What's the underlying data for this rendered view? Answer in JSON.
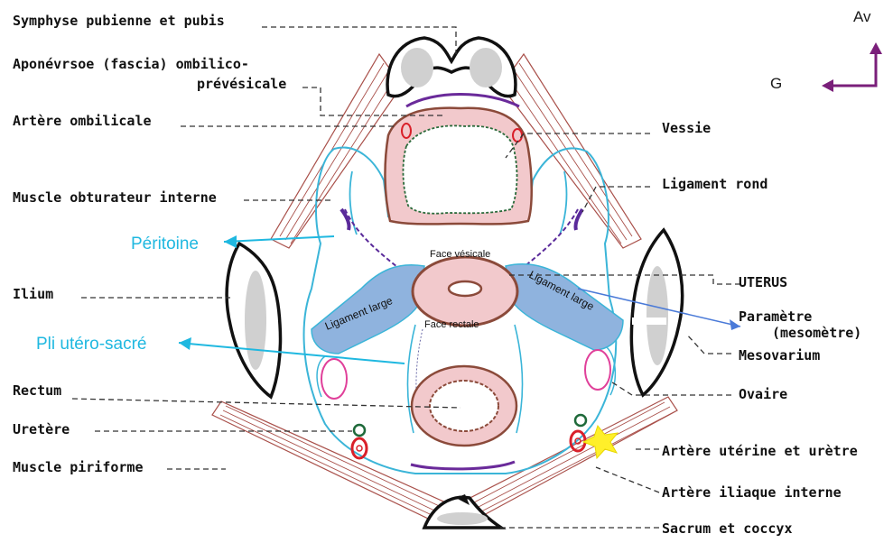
{
  "orientation": {
    "anterior": "Av",
    "left": "G",
    "arrow_color": "#7a1f7a"
  },
  "labels_left": [
    "Symphyse pubienne et pubis",
    "Aponévrsoe (fascia) ombilico-",
    "prévésicale",
    "Artère ombilicale",
    "Muscle obturateur interne",
    "Ilium",
    "Rectum",
    "Uretère",
    "Muscle piriforme"
  ],
  "labels_right": [
    "Vessie",
    "Ligament rond",
    "UTERUS",
    "Paramètre",
    "(mesomètre)",
    "Mesovarium",
    "Ovaire",
    "Artère utérine et urètre",
    "Artère iliaque interne",
    "Sacrum et coccyx"
  ],
  "callouts": {
    "peritoine": "Péritoine",
    "pli": "Pli utéro-sacré",
    "color": "#1fb8e0"
  },
  "inner": {
    "face_vesicale": "Face vésicale",
    "face_rectale": "Face rectale",
    "ligament_left": "Ligament large",
    "ligament_right": "Ligament large"
  },
  "colors": {
    "peritoneum": "#3bb5d8",
    "ligament_fill": "#8fb3de",
    "organ_wall": "#8b4a3a",
    "organ_fill": "#f2c9cc",
    "fascia": "#6a2a9a",
    "artery": "#d9202a",
    "ovary": "#e0409a",
    "ureter": "#1f6a3a",
    "star": "#ffef2a"
  }
}
